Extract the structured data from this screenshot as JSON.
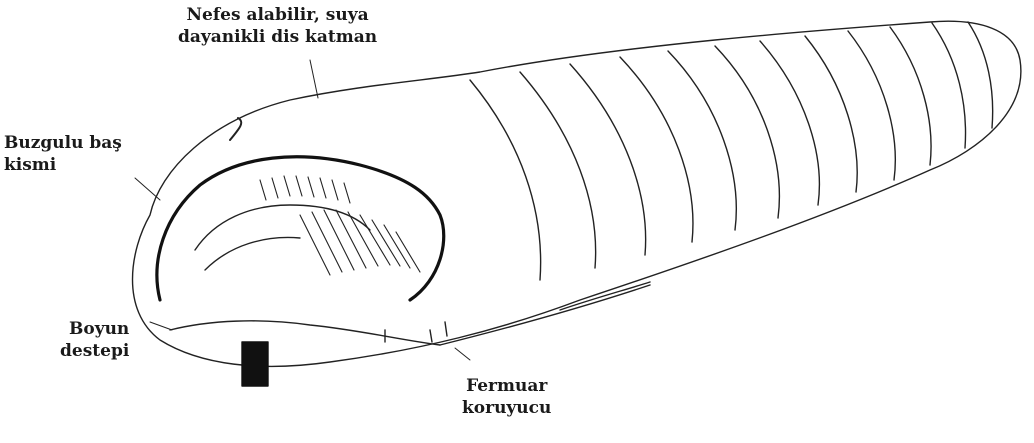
{
  "diagram": {
    "subject": "sleeping-bag",
    "labels": {
      "outer_shell": {
        "line1": "Nefes alabilir, suya",
        "line2": "dayanikli dis katman"
      },
      "hood": {
        "line1": "Buzgulu baş",
        "line2": "kismi"
      },
      "neck_baffle": {
        "line1": "Boyun",
        "line2": "destepi"
      },
      "zip_baffle": {
        "line1": "Fermuar",
        "line2": "koruyucu"
      }
    }
  }
}
